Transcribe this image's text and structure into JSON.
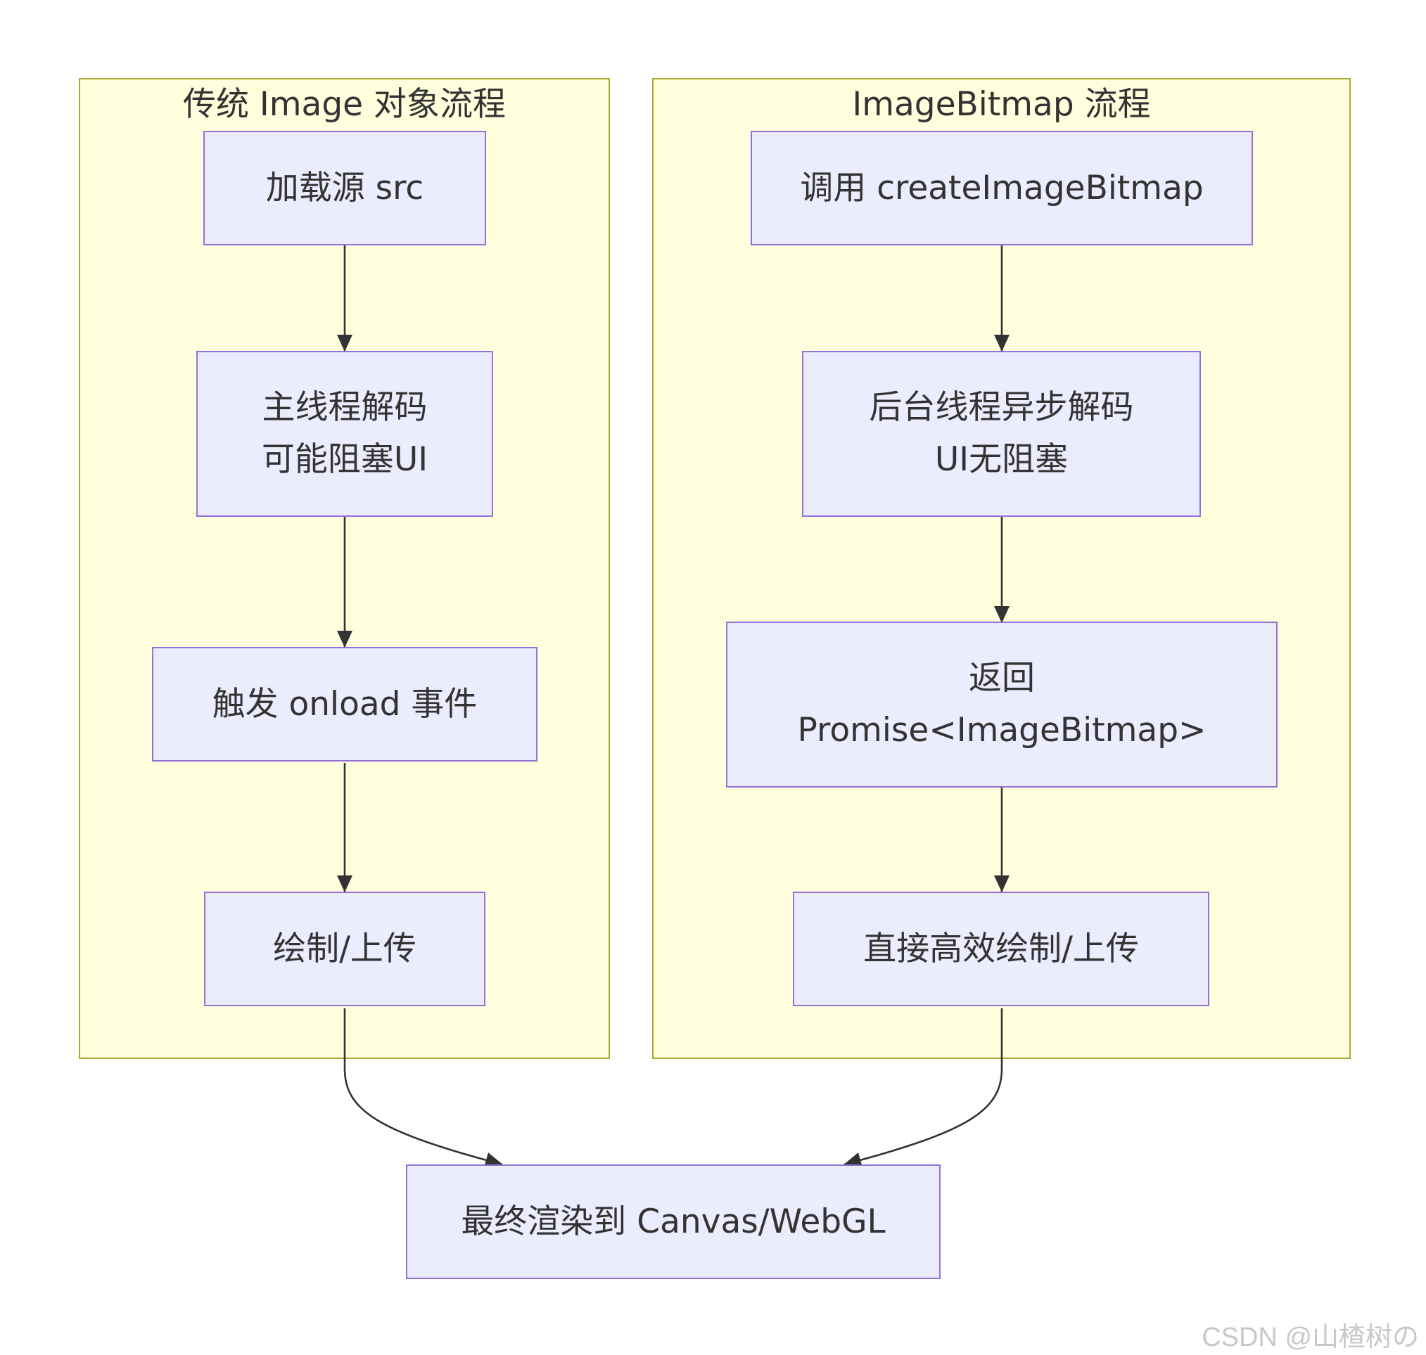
{
  "diagram": {
    "clusters": {
      "traditional": {
        "title": "传统 Image 对象流程"
      },
      "bitmap": {
        "title": "ImageBitmap 流程"
      }
    },
    "nodes": {
      "load_src": {
        "lines": [
          "加载源 src"
        ]
      },
      "main_decode": {
        "lines": [
          "主线程解码",
          "可能阻塞UI"
        ]
      },
      "onload": {
        "lines": [
          "触发 onload 事件"
        ]
      },
      "draw_upload": {
        "lines": [
          "绘制/上传"
        ]
      },
      "create_bitmap": {
        "lines": [
          "调用 createImageBitmap"
        ]
      },
      "async_decode": {
        "lines": [
          "后台线程异步解码",
          "UI无阻塞"
        ]
      },
      "return_promise": {
        "lines": [
          "返回",
          "Promise<ImageBitmap>"
        ]
      },
      "direct_draw": {
        "lines": [
          "直接高效绘制/上传"
        ]
      },
      "final_render": {
        "lines": [
          "最终渲染到 Canvas/WebGL"
        ]
      }
    },
    "edges": [
      [
        "load_src",
        "main_decode"
      ],
      [
        "main_decode",
        "onload"
      ],
      [
        "onload",
        "draw_upload"
      ],
      [
        "create_bitmap",
        "async_decode"
      ],
      [
        "async_decode",
        "return_promise"
      ],
      [
        "return_promise",
        "direct_draw"
      ],
      [
        "draw_upload",
        "final_render"
      ],
      [
        "direct_draw",
        "final_render"
      ]
    ]
  },
  "colors": {
    "cluster_fill": "#ffffde",
    "cluster_border": "#aaaa33",
    "node_fill": "#ececff",
    "node_border": "#9370db",
    "edge": "#333333",
    "text": "#333333"
  },
  "watermark": "CSDN @山楂树の"
}
